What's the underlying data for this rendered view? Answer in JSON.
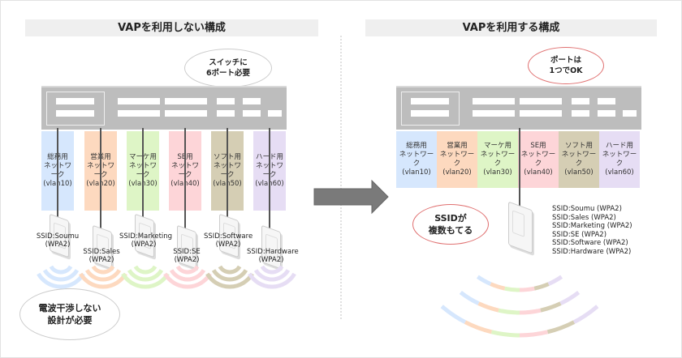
{
  "left": {
    "title": "VAPを利用しない構成",
    "switch_callout": [
      "スイッチに",
      "6ポート必要"
    ],
    "bottom_callout": [
      "電波干渉しない",
      "設計が必要"
    ],
    "networks": [
      {
        "name": "総務用",
        "sub": "ネットワーク",
        "vlan": "(vlan10)",
        "color": "#d6e7fd",
        "ssid": "SSID:Soumu",
        "auth": "(WPA2)"
      },
      {
        "name": "営業用",
        "sub": "ネットワーク",
        "vlan": "(vlan20)",
        "color": "#fdd9bf",
        "ssid": "SSID:Sales",
        "auth": "(WPA2)"
      },
      {
        "name": "マーケ用",
        "sub": "ネットワーク",
        "vlan": "(vlan30)",
        "color": "#def5c6",
        "ssid": "SSID:Marketing",
        "auth": "(WPA2)"
      },
      {
        "name": "SE用",
        "sub": "ネットワーク",
        "vlan": "(vlan40)",
        "color": "#fdd5d8",
        "ssid": "SSID:SE",
        "auth": "(WPA2)"
      },
      {
        "name": "ソフト用",
        "sub": "ネットワーク",
        "vlan": "(vlan50)",
        "color": "#d5ceb4",
        "ssid": "SSID:Software",
        "auth": "(WPA2)"
      },
      {
        "name": "ハード用",
        "sub": "ネットワーク",
        "vlan": "(vlan60)",
        "color": "#e6ddf4",
        "ssid": "SSID:Hardware",
        "auth": "(WPA2)"
      }
    ]
  },
  "right": {
    "title": "VAPを利用する構成",
    "switch_callout": [
      "ポートは",
      "1つでOK"
    ],
    "ap_callout": [
      "SSIDが",
      "複数もてる"
    ],
    "ssid_list": [
      "SSID:Soumu (WPA2)",
      "SSID:Sales (WPA2)",
      "SSID:Marketing (WPA2)",
      "SSID:SE (WPA2)",
      "SSID:Software (WPA2)",
      "SSID:Hardware (WPA2)"
    ]
  },
  "arrow": {
    "color": "#7a7a7a"
  }
}
